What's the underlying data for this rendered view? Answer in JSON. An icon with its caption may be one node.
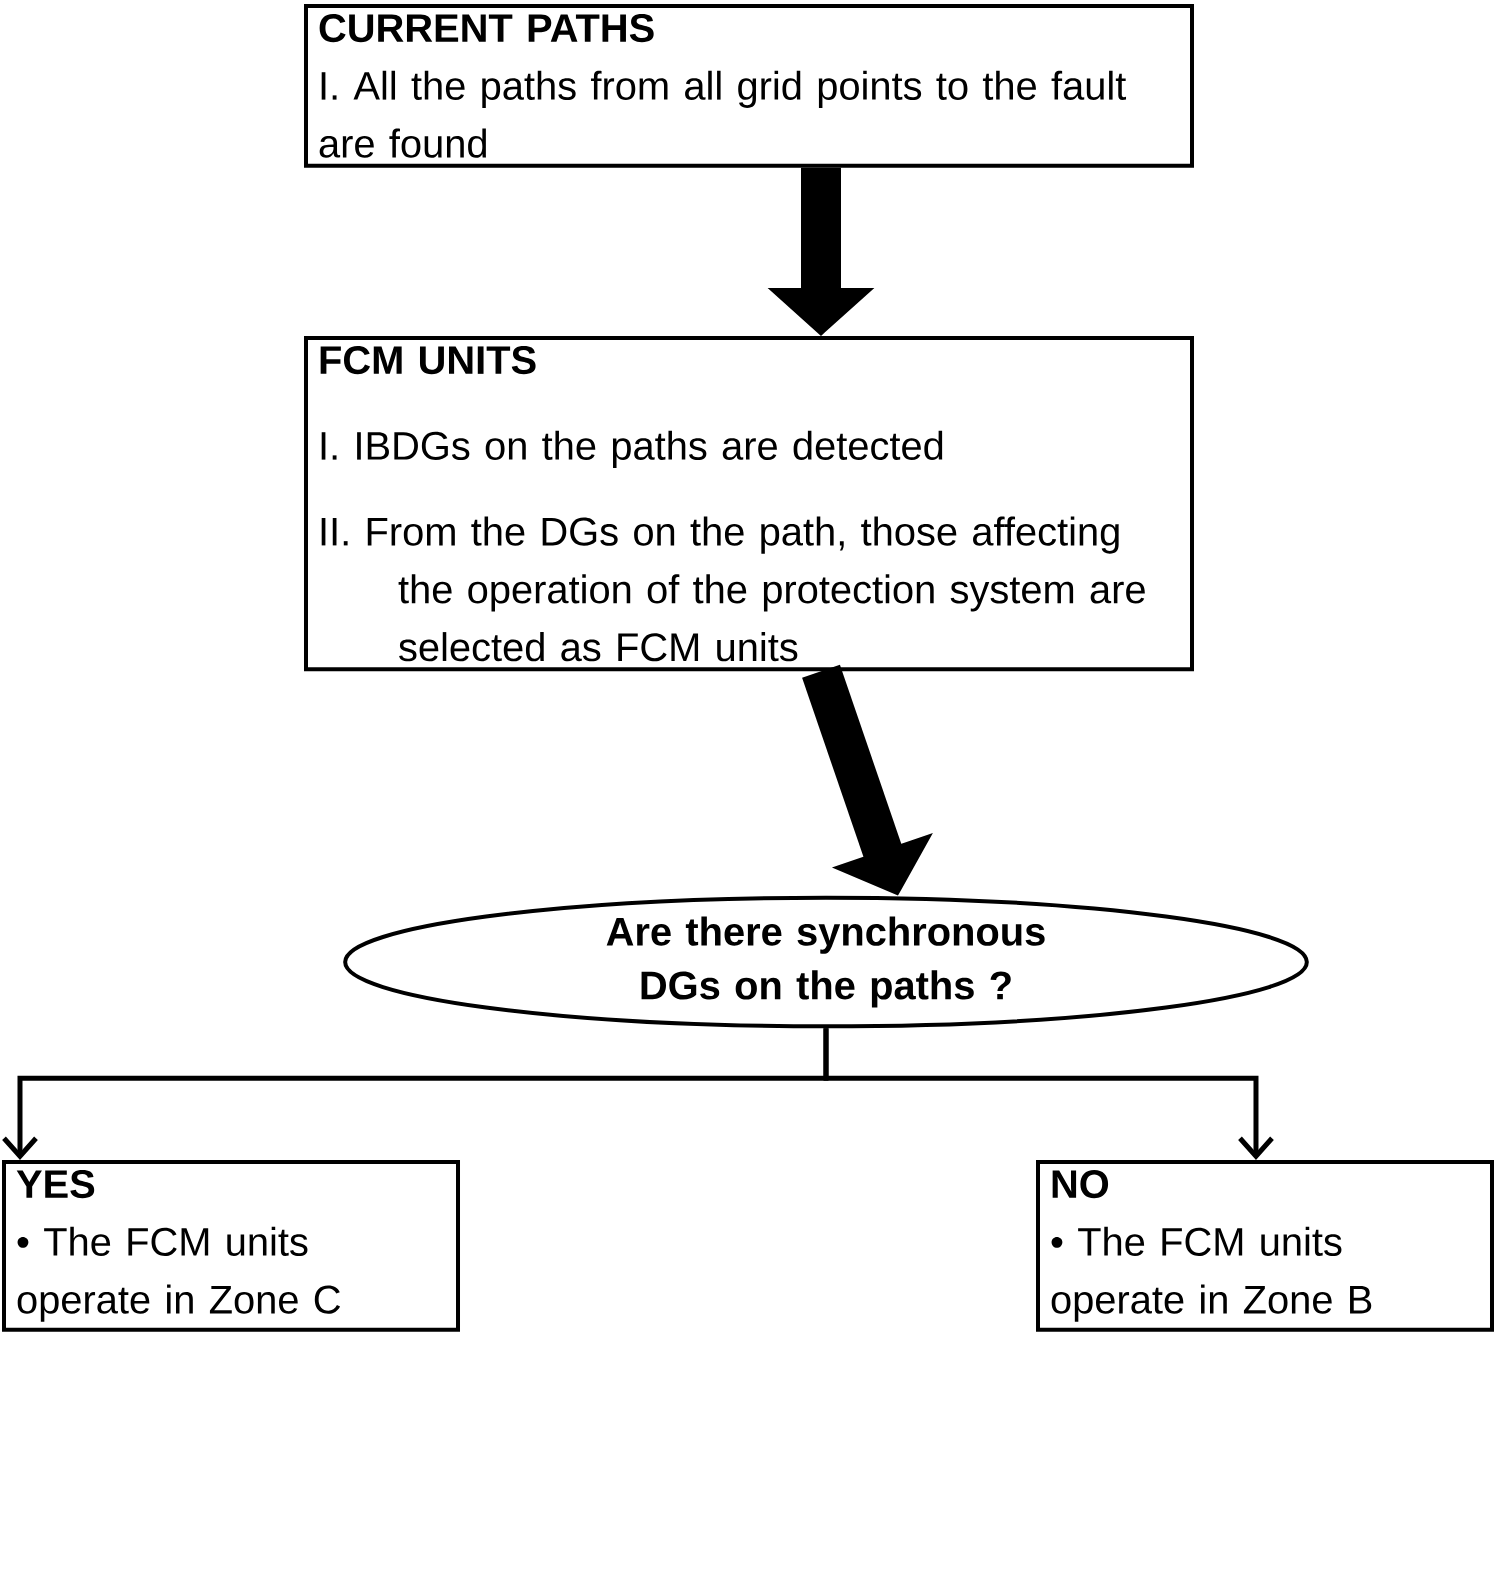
{
  "diagram": {
    "nodes": [
      {
        "text": [
          "CURRENT PATHS",
          "I. All the paths from all grid points to the fault are found"
        ]
      },
      {
        "text": [
          "FCM UNITS",
          "I. IBDGs on the paths are detected",
          "II. From the DGs on the path, those affecting the operation of the protection system are selected as FCM units"
        ]
      },
      {
        "text": [
          "Are there synchronous DGs on the paths ?"
        ]
      },
      {
        "text": [
          "YES",
          "• The FCM units operate in Zone C"
        ]
      },
      {
        "text": [
          "NO",
          "• The FCM units operate in Zone B"
        ]
      }
    ],
    "edges": [
      {
        "from": 0,
        "to": 1,
        "arrow": "to",
        "style": "thick"
      },
      {
        "from": 1,
        "to": 2,
        "arrow": "to",
        "style": "thick"
      },
      {
        "from": 2,
        "to": 3,
        "arrow": "to"
      },
      {
        "from": 2,
        "to": 4,
        "arrow": "to"
      }
    ]
  }
}
